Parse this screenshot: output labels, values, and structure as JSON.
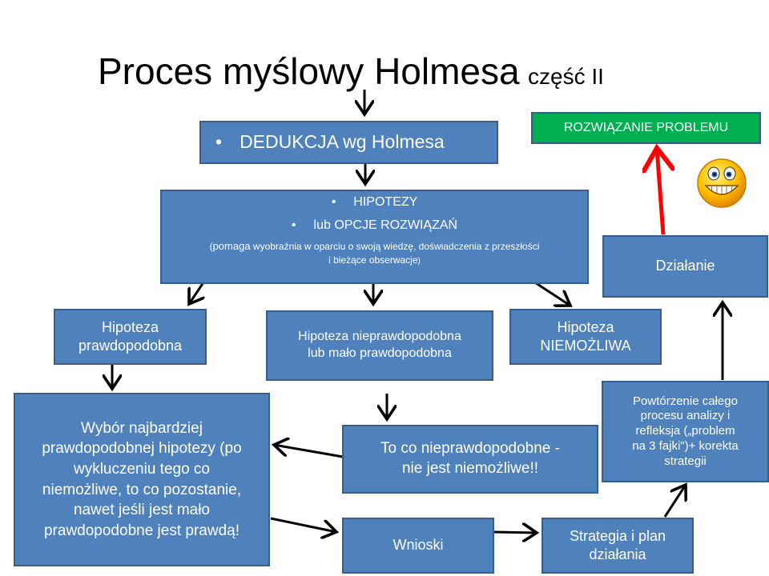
{
  "title": {
    "main": "Proces myślowy Holmesa",
    "sub": "część II"
  },
  "nodes": {
    "dedukcja": "DEDUKCJA wg Holmesa",
    "hipotezy": {
      "line1": "HIPOTEZY",
      "line2": "lub OPCJE ROZWIĄZAŃ",
      "note_open": "(",
      "note_lead": "pomaga",
      "note_rest": " wyobraźnia  w oparciu  o swoją wiedzę, doświadczenia z przeszłości",
      "note_line2": "i bieżące obserwacje",
      "note_close": ")"
    },
    "prawdopodobna": [
      "Hipoteza",
      "prawdopodobna"
    ],
    "nieprawdopodobna": [
      "Hipoteza nieprawdopodobna",
      "lub mało prawdopodobna"
    ],
    "niemozliwa": [
      "Hipoteza",
      "NIEMOŻLIWA"
    ],
    "wybor": [
      "Wybór najbardziej",
      "prawdopodobnej hipotezy (po",
      "wykluczeniu tego co",
      "niemożliwe, to co pozostanie,",
      "nawet jeśli jest mało",
      "prawdopodobne jest prawdą!"
    ],
    "nieprawdopodobne": [
      "To co nieprawdopodobne -",
      "nie jest niemożliwe!!"
    ],
    "wnioski": "Wnioski",
    "strategia": [
      "Strategia i plan",
      "działania"
    ],
    "powtorzenie": [
      "Powtórzenie całego",
      "procesu analizy i",
      "refleksja („problem",
      "na 3 fajki\")+ korekta",
      "strategii"
    ],
    "dzialanie": "Działanie",
    "rozwiazanie": "ROZWIĄZANIE PROBLEMU"
  },
  "colors": {
    "box_fill": "#4f81bd",
    "box_border": "#385d8a",
    "solution_fill": "#00b050",
    "final_arrow": "#ff0000",
    "arrow": "#000000",
    "emoji_face": "#ffc000"
  },
  "icons": {
    "emoji": "grinning-face-icon"
  }
}
